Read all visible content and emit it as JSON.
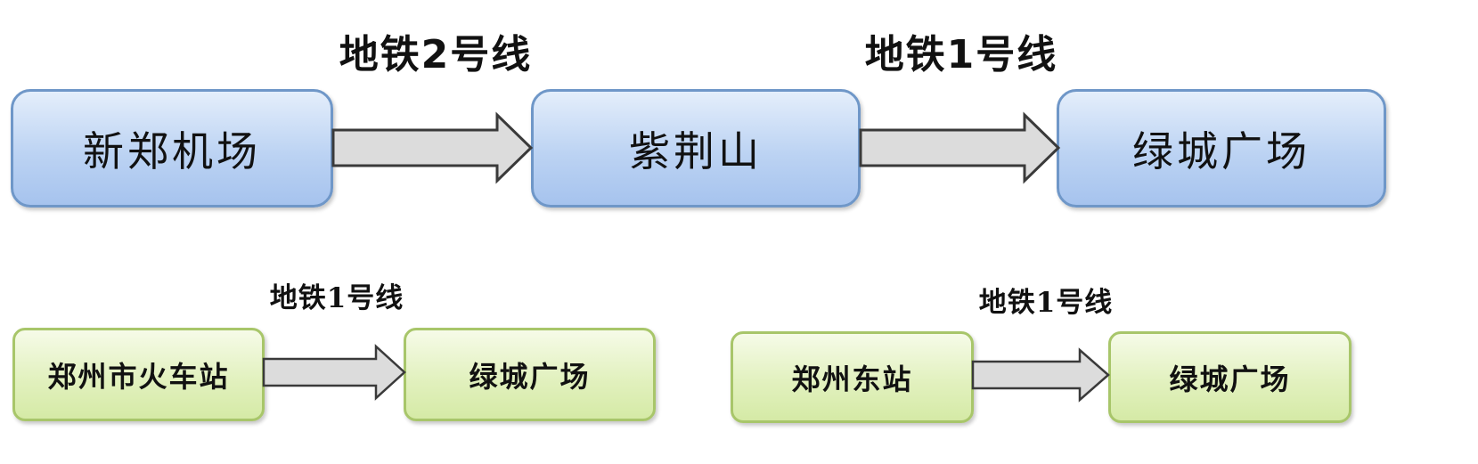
{
  "top_row": {
    "nodes": [
      {
        "label": "新郑机场"
      },
      {
        "label": "紫荆山"
      },
      {
        "label": "绿城广场"
      }
    ],
    "edges": [
      {
        "label": "地铁2号线"
      },
      {
        "label": "地铁1号线"
      }
    ]
  },
  "bottom_left": {
    "nodes": [
      {
        "label": "郑州市火车站"
      },
      {
        "label": "绿城广场"
      }
    ],
    "edge_label": "地铁1号线"
  },
  "bottom_right": {
    "nodes": [
      {
        "label": "郑州东站"
      },
      {
        "label": "绿城广场"
      }
    ],
    "edge_label": "地铁1号线"
  },
  "colors": {
    "blue_box_fill": "#bcd3f3",
    "blue_box_border": "#6f97c8",
    "green_box_fill": "#e2f1bf",
    "green_box_border": "#a8c66a",
    "arrow_fill": "#dcdcdc",
    "arrow_stroke": "#3a3a3a"
  }
}
